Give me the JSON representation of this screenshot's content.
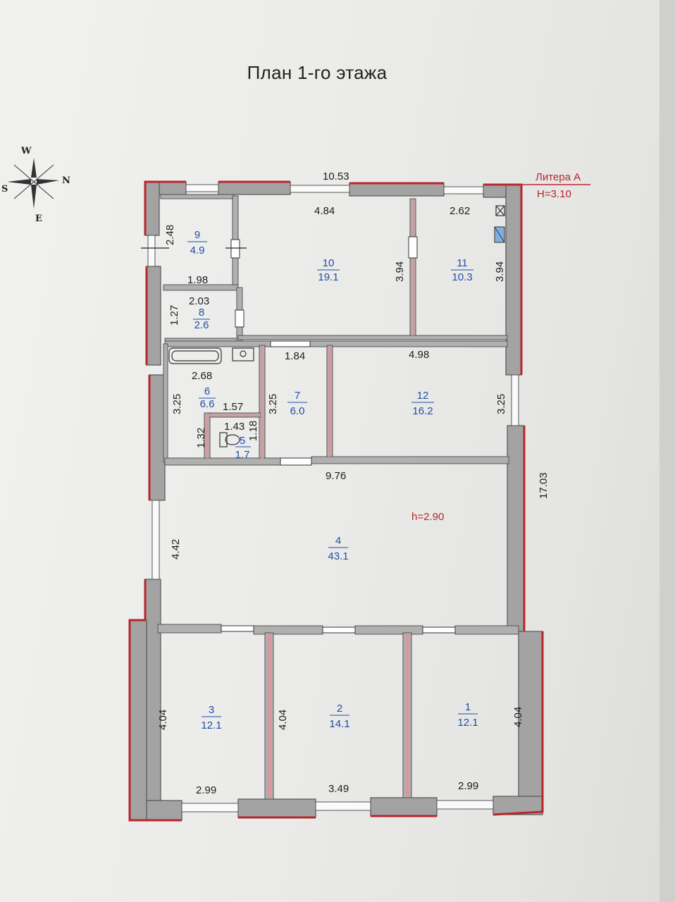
{
  "title": "План 1-го этажа",
  "litera": {
    "label": "Литера A",
    "height": "H=3.10"
  },
  "compass": {
    "n": "N",
    "s": "S",
    "e": "E",
    "w": "W"
  },
  "ceiling_note": "h=2.90",
  "dimensions": {
    "total_width": "10.53",
    "total_length": "17.03",
    "d_484": "4.84",
    "d_262": "2.62",
    "d_248": "2.48",
    "d_198": "1.98",
    "d_203": "2.03",
    "d_127": "1.27",
    "d_394_a": "3.94",
    "d_394_b": "3.94",
    "d_184": "1.84",
    "d_498": "4.98",
    "d_268": "2.68",
    "d_325_a": "3.25",
    "d_325_b": "3.25",
    "d_325_c": "3.25",
    "d_157": "1.57",
    "d_143": "1.43",
    "d_118": "1.18",
    "d_132": "1.32",
    "d_976": "9.76",
    "d_442": "4.42",
    "d_404_a": "4.04",
    "d_404_b": "4.04",
    "d_404_c": "4.04",
    "d_299_a": "2.99",
    "d_349": "3.49",
    "d_299_b": "2.99"
  },
  "rooms": [
    {
      "num": "1",
      "area": "12.1"
    },
    {
      "num": "2",
      "area": "14.1"
    },
    {
      "num": "3",
      "area": "12.1"
    },
    {
      "num": "4",
      "area": "43.1"
    },
    {
      "num": "5",
      "area": "1.7"
    },
    {
      "num": "6",
      "area": "6.6"
    },
    {
      "num": "7",
      "area": "6.0"
    },
    {
      "num": "8",
      "area": "2.6"
    },
    {
      "num": "9",
      "area": "4.9"
    },
    {
      "num": "10",
      "area": "19.1"
    },
    {
      "num": "11",
      "area": "10.3"
    },
    {
      "num": "12",
      "area": "16.2"
    }
  ],
  "colors": {
    "wall": "#a3a3a3",
    "wall_stroke": "#555555",
    "accent_red": "#b8262b",
    "room_number": "#1f4fa8",
    "partition": "#d49aa0"
  }
}
